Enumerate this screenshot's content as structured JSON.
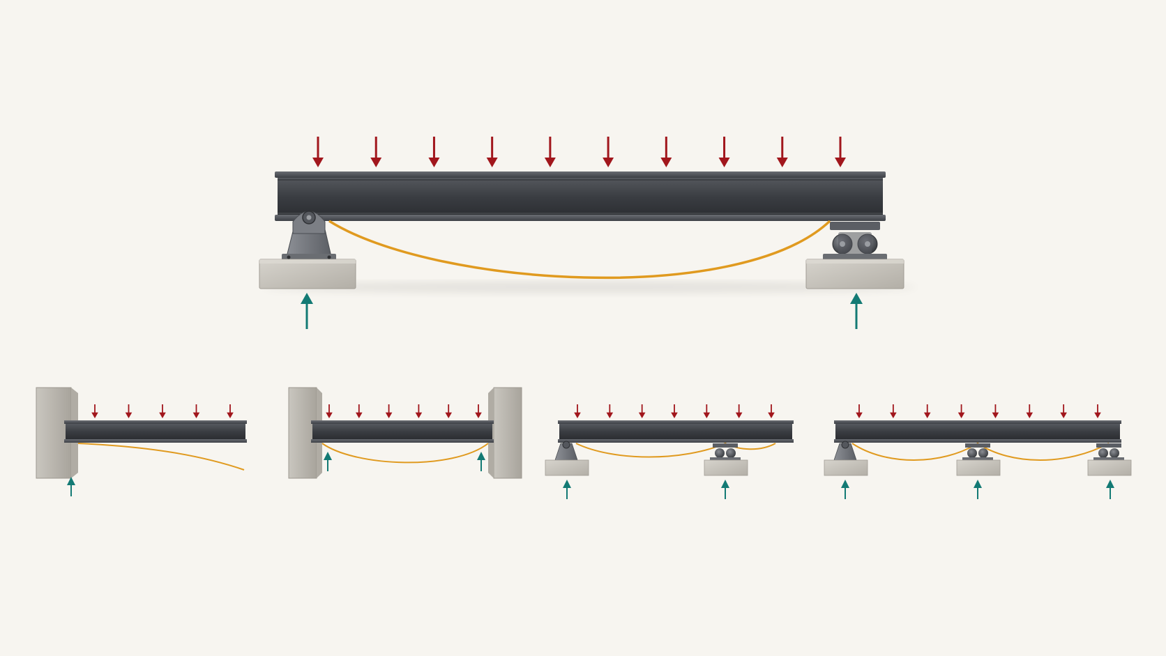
{
  "diagram": {
    "background": "#f7f5f0",
    "colors": {
      "load_arrow": "#a1161c",
      "reaction_arrow": "#137a74",
      "deflection_curve": "#e09a1f",
      "steel": "#3a3d42",
      "steel_flange": "#4b4e54",
      "concrete": "#c9c6bf",
      "concrete_dark": "#a9a59d"
    },
    "icons": {
      "load": "down-arrow-icon",
      "reaction": "up-arrow-icon",
      "pin_support": "pin-support-icon",
      "roller_support": "roller-support-icon",
      "fixed_support": "fixed-wall-icon"
    },
    "beams": [
      {
        "id": "main-simply-supported",
        "supports": [
          "pin",
          "roller"
        ],
        "load_arrow_count": 10,
        "reaction_count": 2,
        "deflection": "single-sag"
      },
      {
        "id": "cantilever",
        "supports": [
          "fixed"
        ],
        "load_arrow_count": 5,
        "reaction_count": 1,
        "deflection": "tip-drop"
      },
      {
        "id": "fixed-fixed",
        "supports": [
          "fixed",
          "fixed"
        ],
        "load_arrow_count": 6,
        "reaction_count": 2,
        "deflection": "single-sag"
      },
      {
        "id": "overhanging",
        "supports": [
          "pin",
          "roller"
        ],
        "load_arrow_count": 7,
        "reaction_count": 2,
        "deflection": "sag-with-overhang"
      },
      {
        "id": "continuous-two-span",
        "supports": [
          "pin",
          "roller",
          "roller"
        ],
        "load_arrow_count": 8,
        "reaction_count": 3,
        "deflection": "double-sag"
      }
    ]
  }
}
